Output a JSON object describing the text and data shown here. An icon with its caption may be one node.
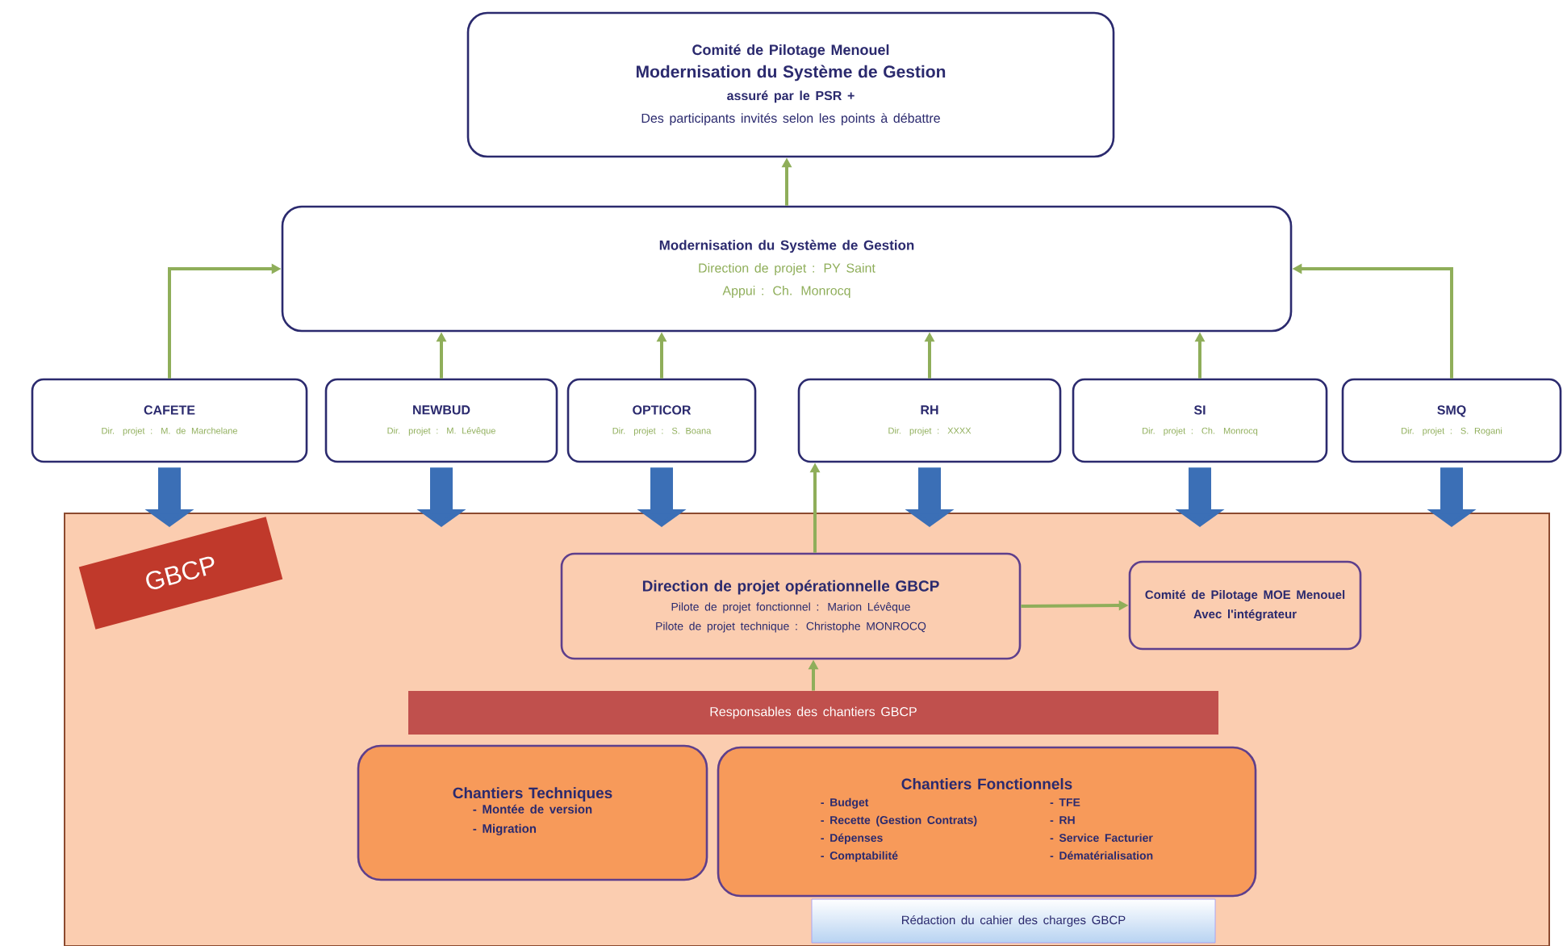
{
  "diagram": {
    "nodes": [
      {
        "text": [
          "Comité de Pilotage Menouel",
          "Modernisation du Système de Gestion",
          "assuré par le PSR +",
          "Des participants invités selon les points à débattre"
        ]
      },
      {
        "text": [
          "Modernisation du Système de Gestion",
          "Direction de projet : PY Saint",
          "Appui : Ch. Monrocq"
        ]
      },
      {
        "text": [
          "CAFETE",
          "Dir. projet : M. de Marchelane"
        ]
      },
      {
        "text": [
          "NEWBUD",
          "Dir. projet : M. Lévêque"
        ]
      },
      {
        "text": [
          "OPTICOR",
          "Dir. projet : S. Boana"
        ]
      },
      {
        "text": [
          "RH",
          "Dir. projet : XXXX"
        ]
      },
      {
        "text": [
          "SI",
          "Dir. projet : Ch. Monrocq"
        ]
      },
      {
        "text": [
          "SMQ",
          "Dir. projet : S. Rogani"
        ]
      },
      {
        "text": [],
        "shape": "box"
      },
      {
        "text": [
          "GBCP"
        ],
        "in": 8
      },
      {
        "text": [
          "Direction de projet opérationnelle GBCP",
          "Pilote de projet fonctionnel : Marion Lévêque",
          "Pilote de projet technique : Christophe MONROCQ"
        ],
        "in": 8
      },
      {
        "text": [
          "Comité de Pilotage MOE Menouel",
          "Avec l'intégrateur"
        ],
        "in": 8
      },
      {
        "text": [
          "Responsables des chantiers GBCP"
        ],
        "in": 8
      },
      {
        "text": [
          "Chantiers Techniques",
          "- Montée de version",
          "- Migration"
        ],
        "in": 8
      },
      {
        "text": [
          "Chantiers Fonctionnels",
          "- Budget",
          "- Recette (Gestion Contrats)",
          "- Dépenses",
          "- Comptabilité",
          "- TFE",
          "- RH",
          "- Service Facturier",
          "- Dématérialisation"
        ],
        "in": 8
      },
      {
        "text": [
          "Rédaction du cahier des charges GBCP"
        ],
        "in": 8
      }
    ],
    "edges": [
      {
        "from": 1,
        "to": 0,
        "arrow": "to"
      },
      {
        "from": 2,
        "to": 1,
        "arrow": "to"
      },
      {
        "from": 3,
        "to": 1,
        "arrow": "to"
      },
      {
        "from": 4,
        "to": 1,
        "arrow": "to"
      },
      {
        "from": 5,
        "to": 1,
        "arrow": "to"
      },
      {
        "from": 6,
        "to": 1,
        "arrow": "to"
      },
      {
        "from": 7,
        "to": 1,
        "arrow": "to"
      },
      {
        "from": 2,
        "to": 8,
        "arrow": "to",
        "style": "thick",
        "color": "#3b6fb6"
      },
      {
        "from": 3,
        "to": 8,
        "arrow": "to",
        "style": "thick",
        "color": "#3b6fb6"
      },
      {
        "from": 4,
        "to": 8,
        "arrow": "to",
        "style": "thick",
        "color": "#3b6fb6"
      },
      {
        "from": 5,
        "to": 8,
        "arrow": "to",
        "style": "thick",
        "color": "#3b6fb6"
      },
      {
        "from": 6,
        "to": 8,
        "arrow": "to",
        "style": "thick",
        "color": "#3b6fb6"
      },
      {
        "from": 7,
        "to": 8,
        "arrow": "to",
        "style": "thick",
        "color": "#3b6fb6"
      },
      {
        "from": 10,
        "to": 5,
        "arrow": "to"
      },
      {
        "from": 10,
        "to": 11,
        "arrow": "to"
      },
      {
        "from": 12,
        "to": 10,
        "arrow": "to"
      }
    ]
  }
}
